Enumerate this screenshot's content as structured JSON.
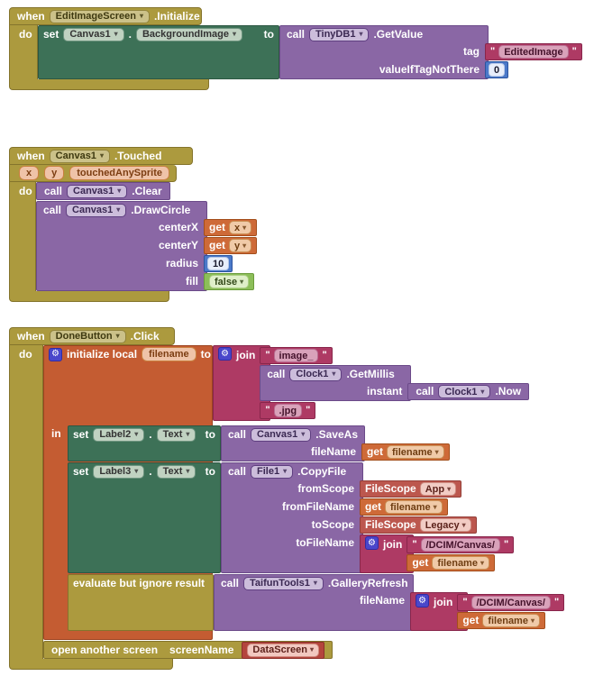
{
  "icons": {
    "dropdown": "▾",
    "gear": "⚙",
    "quote": "\""
  },
  "kw": {
    "when": "when",
    "do": "do",
    "in": "in",
    "set": "set",
    "dot": ".",
    "to": "to",
    "call": "call",
    "get": "get",
    "join": "join"
  },
  "stack1": {
    "event_component": "EditImageScreen",
    "event_name": ".Initialize",
    "set_component": "Canvas1",
    "set_property": "BackgroundImage",
    "call_component": "TinyDB1",
    "call_method": ".GetValue",
    "param_tag": "tag",
    "tag_value": "EditedImage",
    "param_vitnt": "valueIfTagNotThere",
    "vitnt_value": "0"
  },
  "stack2": {
    "event_component": "Canvas1",
    "event_name": ".Touched",
    "params": [
      "x",
      "y",
      "touchedAnySprite"
    ],
    "clear_component": "Canvas1",
    "clear_method": ".Clear",
    "dc_component": "Canvas1",
    "dc_method": ".DrawCircle",
    "param_centerX": "centerX",
    "centerX_var": "x",
    "param_centerY": "centerY",
    "centerY_var": "y",
    "param_radius": "radius",
    "radius_value": "10",
    "param_fill": "fill",
    "fill_value": "false"
  },
  "stack3": {
    "event_component": "DoneButton",
    "event_name": ".Click",
    "init_label": "initialize local",
    "init_var": "filename",
    "join1_text1": "image_",
    "gm_component": "Clock1",
    "gm_method": ".GetMillis",
    "param_instant": "instant",
    "now_component": "Clock1",
    "now_method": ".Now",
    "join1_text2": ".jpg",
    "set2_component": "Label2",
    "set2_property": "Text",
    "saveas_component": "Canvas1",
    "saveas_method": ".SaveAs",
    "param_fileName": "fileName",
    "saveas_var": "filename",
    "set3_component": "Label3",
    "set3_property": "Text",
    "cf_component": "File1",
    "cf_method": ".CopyFile",
    "param_fromScope": "fromScope",
    "fromScope_label": "FileScope",
    "fromScope_value": "App",
    "param_fromFileName": "fromFileName",
    "fromFileName_var": "filename",
    "param_toScope": "toScope",
    "toScope_label": "FileScope",
    "toScope_value": "Legacy",
    "param_toFileName": "toFileName",
    "join2_text": "/DCIM/Canvas/",
    "join2_var": "filename",
    "evaluate_label": "evaluate but ignore result",
    "gr_component": "TaifunTools1",
    "gr_method": ".GalleryRefresh",
    "gr_param": "fileName",
    "join3_text": "/DCIM/Canvas/",
    "join3_var": "filename",
    "open_label": "open another screen",
    "open_param": "screenName",
    "open_value": "DataScreen"
  }
}
